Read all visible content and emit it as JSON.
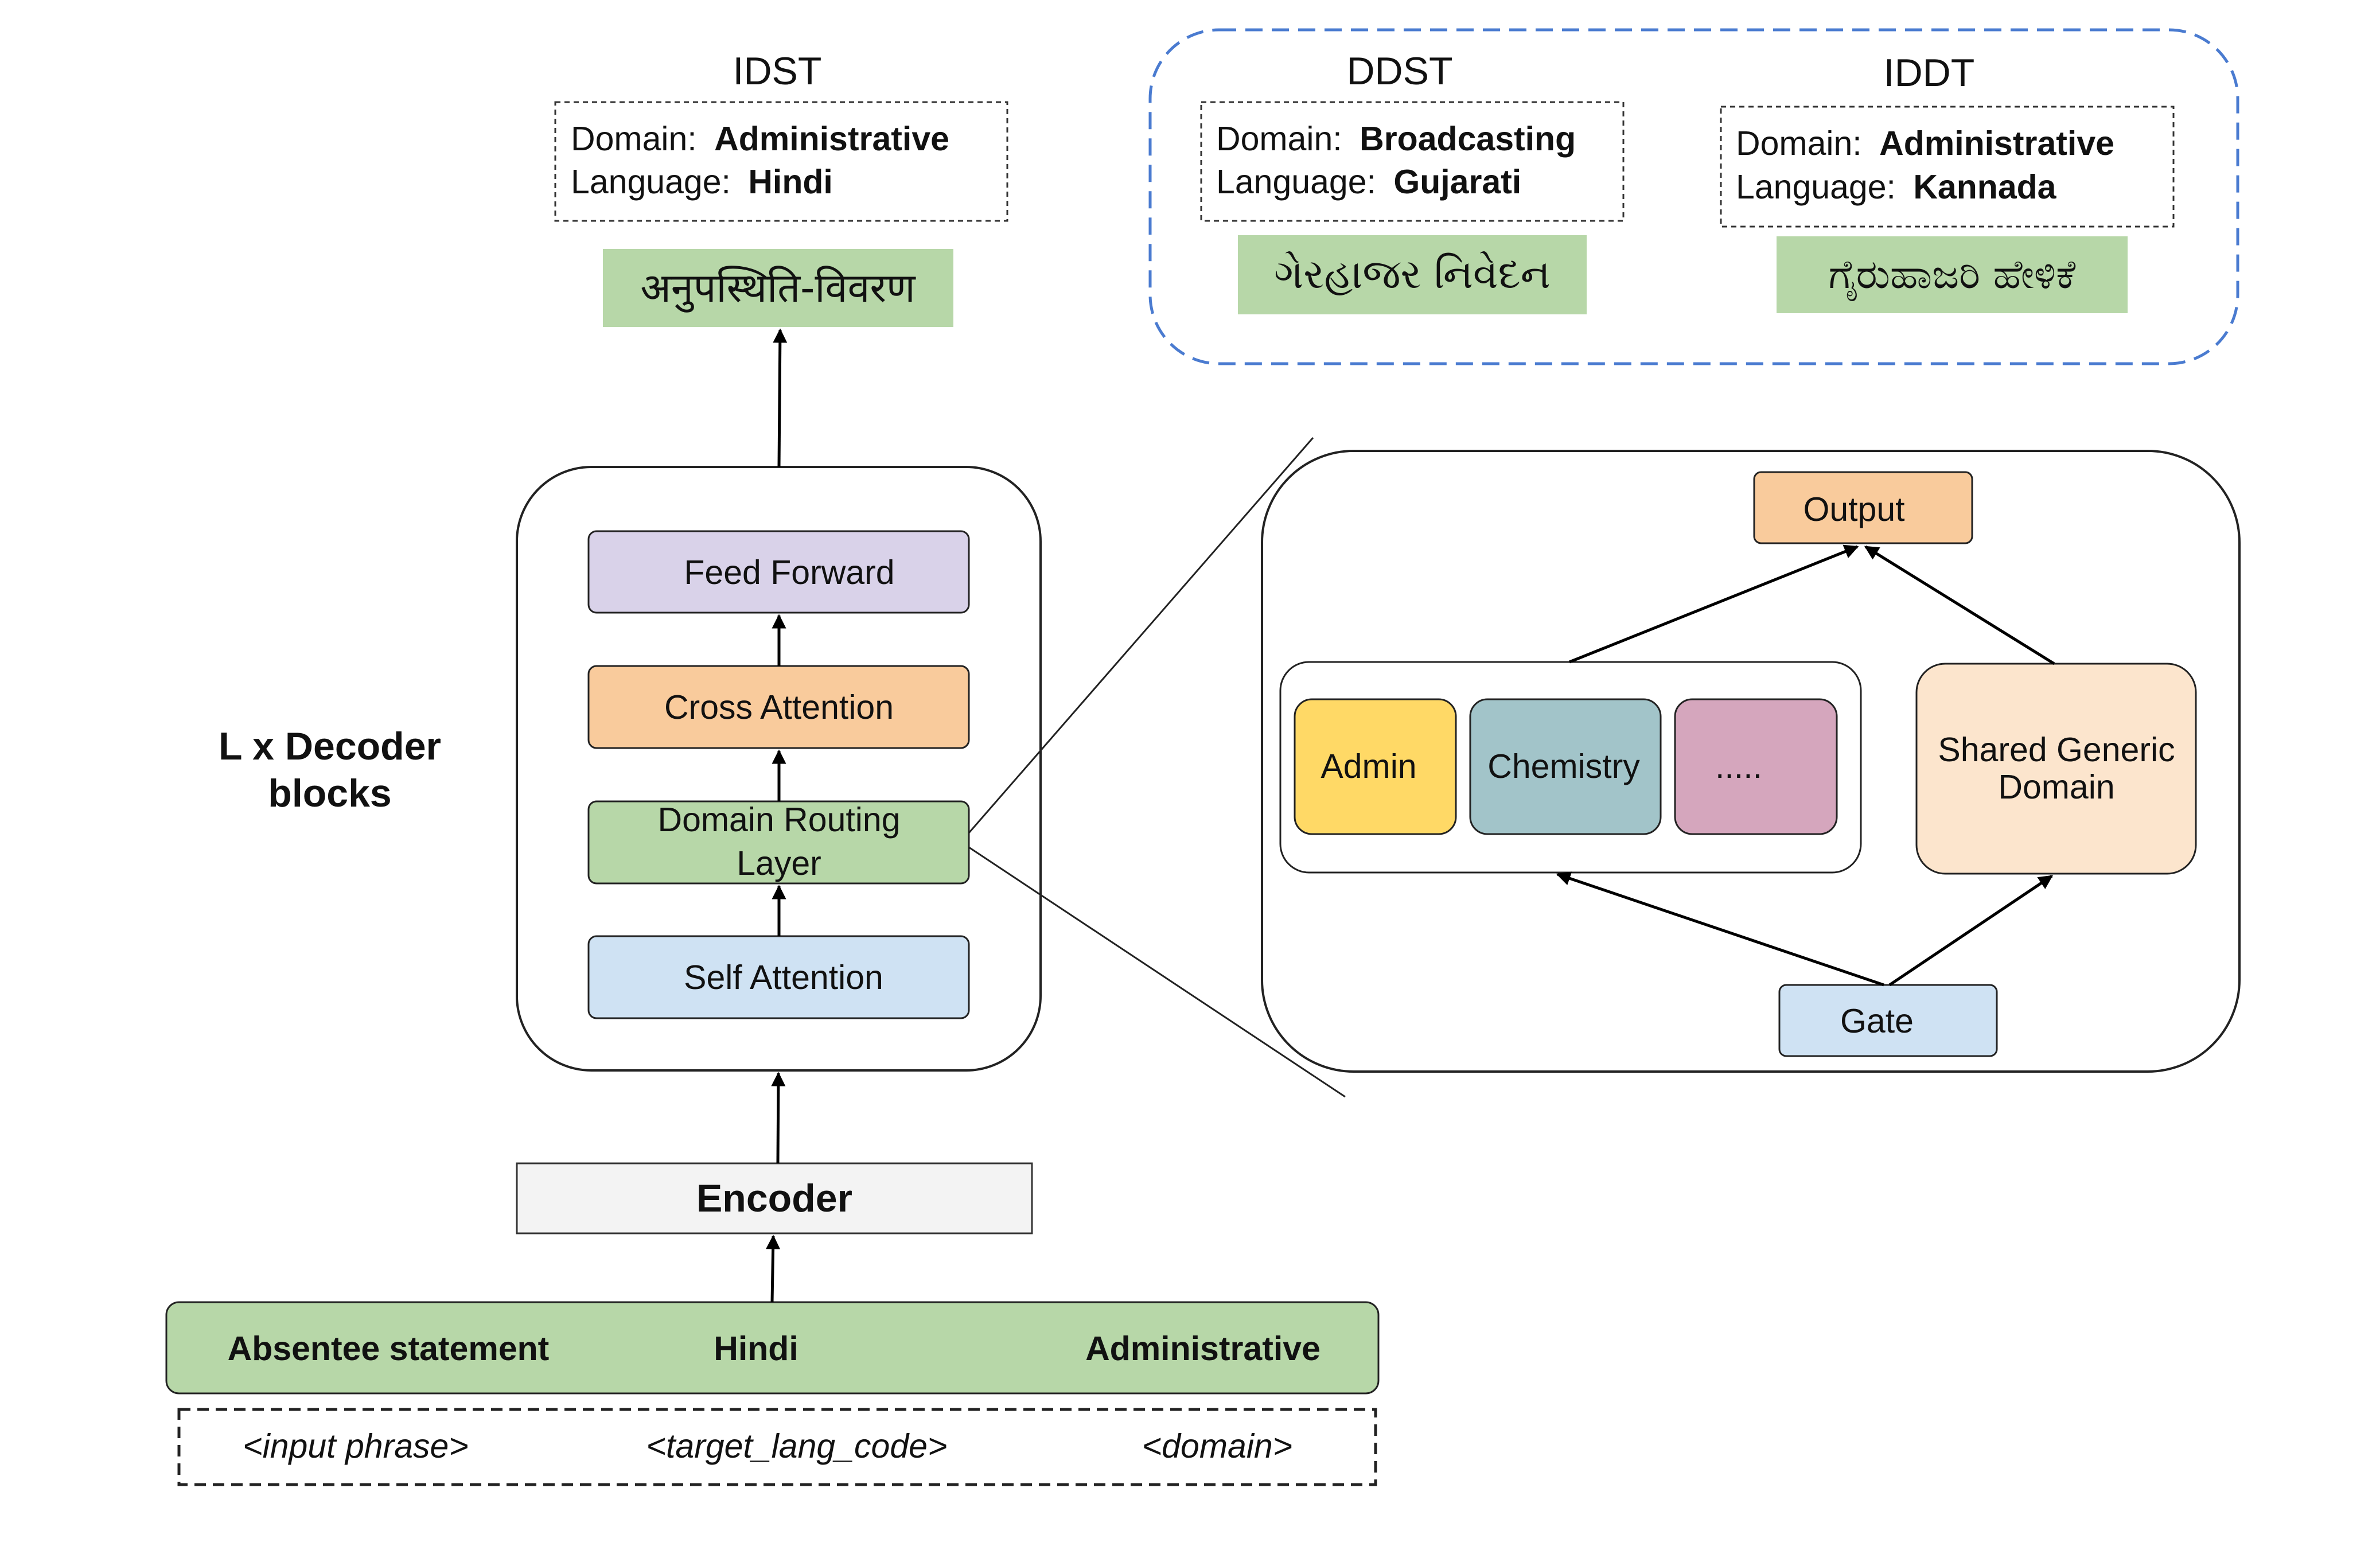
{
  "targets": {
    "idst": {
      "title": "IDST",
      "domain_label": "Domain:",
      "domain_value": "Administrative",
      "language_label": "Language:",
      "language_value": "Hindi",
      "output": "अनुपस्थिति-विवरण"
    },
    "ddst": {
      "title": "DDST",
      "domain_label": "Domain:",
      "domain_value": "Broadcasting",
      "language_label": "Language:",
      "language_value": "Gujarati",
      "output": "ગેરહાજર નિવેદન"
    },
    "iddt": {
      "title": "IDDT",
      "domain_label": "Domain:",
      "domain_value": "Administrative",
      "language_label": "Language:",
      "language_value": "Kannada",
      "output": "ಗೈರುಹಾಜರಿ ಹೇಳಿಕೆ"
    }
  },
  "decoder": {
    "caption_line1": "L x Decoder",
    "caption_line2": "blocks",
    "feed_forward": "Feed Forward",
    "cross_attention": "Cross Attention",
    "domain_routing_line1": "Domain Routing",
    "domain_routing_line2": "Layer",
    "self_attention": "Self Attention"
  },
  "encoder": {
    "label": "Encoder"
  },
  "input": {
    "phrase": "Absentee statement",
    "lang": "Hindi",
    "domain": "Administrative",
    "phrase_hint": "<input phrase>",
    "lang_hint": "<target_lang_code>",
    "domain_hint": "<domain>"
  },
  "routing": {
    "output": "Output",
    "admin": "Admin",
    "chemistry": "Chemistry",
    "more": ".....",
    "shared_line1": "Shared Generic",
    "shared_line2": "Domain",
    "gate": "Gate"
  },
  "colors": {
    "green": "#b7d7a8",
    "purple": "#d9d2e9",
    "orange": "#f9cb9c",
    "blue": "#cfe2f3",
    "yellow": "#ffd966",
    "teal": "#a2c4c9",
    "pink": "#d5a6bd",
    "peach": "#fce5cd",
    "encoder_gray": "#f3f3f3",
    "dashed_blue": "#4a7bd0"
  }
}
